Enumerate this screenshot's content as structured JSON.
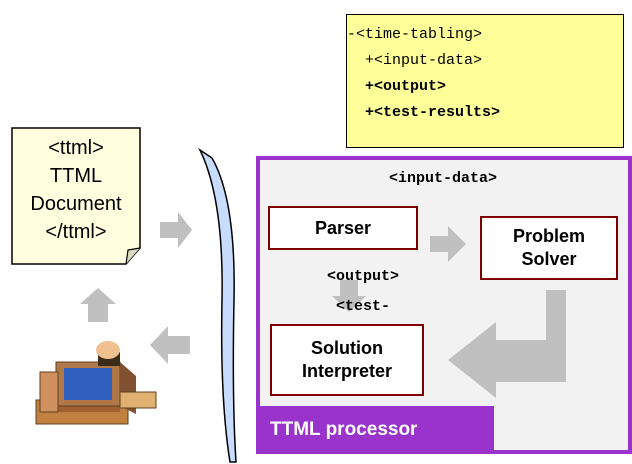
{
  "xml_tree": {
    "lines": [
      {
        "text": "-<time-tabling>",
        "bold": false
      },
      {
        "text": "  +<input-data>",
        "bold": false
      },
      {
        "text": "  +<output>",
        "bold": true
      },
      {
        "text": "  +<test-results>",
        "bold": true
      }
    ]
  },
  "document": {
    "line1": "<ttml>",
    "line2": "TTML",
    "line3": "Document",
    "line4": "</ttml>"
  },
  "processor": {
    "input_tag": "<input-data>",
    "parser": "Parser",
    "solver_line1": "Problem",
    "solver_line2": "Solver",
    "output_tag": "<output>",
    "test_tag": "<test-",
    "interpreter_line1": "Solution",
    "interpreter_line2": "Interpreter",
    "title": "TTML processor"
  },
  "colors": {
    "note": "#ffff99",
    "document": "#ffffe0",
    "processor_border": "#9933cc",
    "node_border": "#800000",
    "arrow": "#c0c0c0",
    "brace": "#c8dcff"
  },
  "icons": [
    "computer-user-icon"
  ]
}
